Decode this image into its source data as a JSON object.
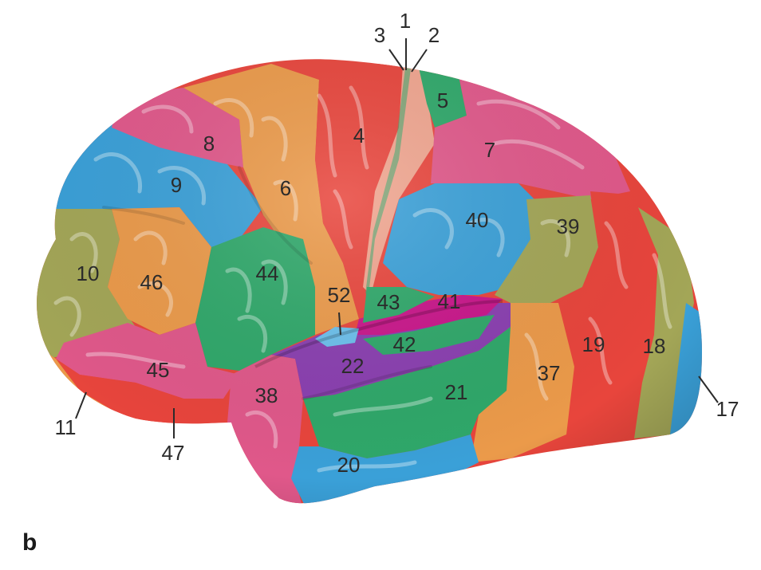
{
  "figure_letter": "b",
  "colors": {
    "red": "#e8453c",
    "orange": "#eb9a4a",
    "pink": "#e0588a",
    "blue": "#3aa0d8",
    "olive": "#a3a657",
    "green": "#2fa86a",
    "purple": "#8a3fb0",
    "magenta": "#c9158a",
    "salmon": "#f0a58f",
    "light_blue": "#6cc0ec"
  },
  "areas": {
    "a1": "1",
    "a2": "2",
    "a3": "3",
    "a4": "4",
    "a5": "5",
    "a6": "6",
    "a7": "7",
    "a8": "8",
    "a9": "9",
    "a10": "10",
    "a11": "11",
    "a17": "17",
    "a18": "18",
    "a19": "19",
    "a20": "20",
    "a21": "21",
    "a22": "22",
    "a37": "37",
    "a38": "38",
    "a39": "39",
    "a40": "40",
    "a41": "41",
    "a42": "42",
    "a43": "43",
    "a44": "44",
    "a45": "45",
    "a46": "46",
    "a47": "47",
    "a52": "52"
  }
}
